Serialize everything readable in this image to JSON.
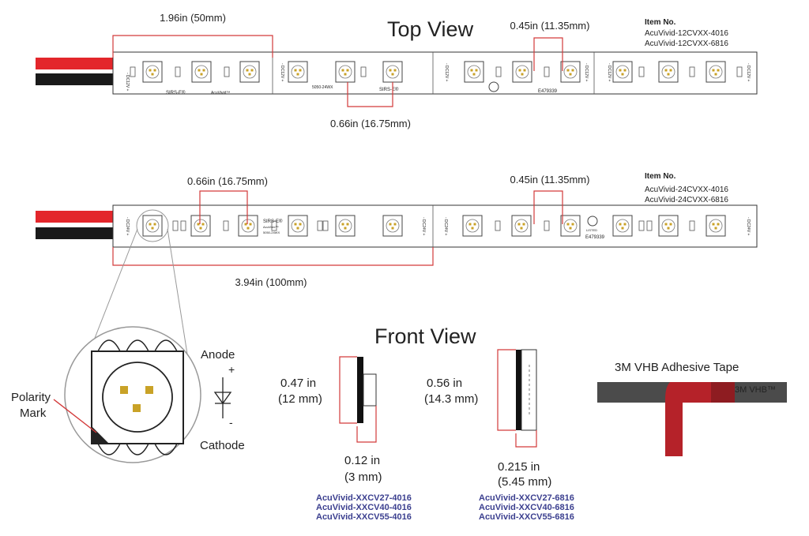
{
  "titles": {
    "top_view": "Top View",
    "front_view": "Front View"
  },
  "strip12": {
    "item_heading": "Item No.",
    "items": [
      "AcuVivid-12CVXX-4016",
      "AcuVivid-12CVXX-6816"
    ],
    "dim_cut": "1.96in (50mm)",
    "dim_pitch_a": "0.45in (11.35mm)",
    "dim_pitch_b": "0.66in (16.75mm)",
    "voltage_label": "- DC12V +",
    "print_brand": "SIRS-E®",
    "print_acu": "AcuVivid™",
    "print_model": "5050-24WX",
    "print_cert": "E479339"
  },
  "strip24": {
    "item_heading": "Item No.",
    "items": [
      "AcuVivid-24CVXX-4016",
      "AcuVivid-24CVXX-6816"
    ],
    "dim_pitch_b": "0.66in (16.75mm)",
    "dim_pitch_a": "0.45in (11.35mm)",
    "dim_cut": "3.94in (100mm)",
    "voltage_label": "- DC24V +",
    "print_brand": "SIRS-E®",
    "print_acu": "AcuVivid™",
    "print_model": "5050-24WX",
    "print_cert": "E479339",
    "print_listed": "LISTED"
  },
  "detail": {
    "anode": "Anode",
    "plus": "+",
    "minus": "-",
    "cathode": "Cathode",
    "polarity": "Polarity",
    "mark": "Mark"
  },
  "front_4016": {
    "height_in": "0.47 in",
    "height_mm": "(12 mm)",
    "thick_in": "0.12 in",
    "thick_mm": "(3 mm)",
    "models": [
      "AcuVivid-XXCV27-4016",
      "AcuVivid-XXCV40-4016",
      "AcuVivid-XXCV55-4016"
    ]
  },
  "front_6816": {
    "height_in": "0.56 in",
    "height_mm": "(14.3 mm)",
    "thick_in": "0.215 in",
    "thick_mm": "(5.45 mm)",
    "models": [
      "AcuVivid-XXCV27-6816",
      "AcuVivid-XXCV40-6816",
      "AcuVivid-XXCV55-6816"
    ]
  },
  "tape": {
    "title": "3M VHB Adhesive Tape",
    "brand_print": "3M VHB™"
  },
  "colors": {
    "dimension": "#d33a3a",
    "wire_red": "#e3262b",
    "wire_black": "#1a1a1a",
    "model_text": "#3b3f8f"
  }
}
